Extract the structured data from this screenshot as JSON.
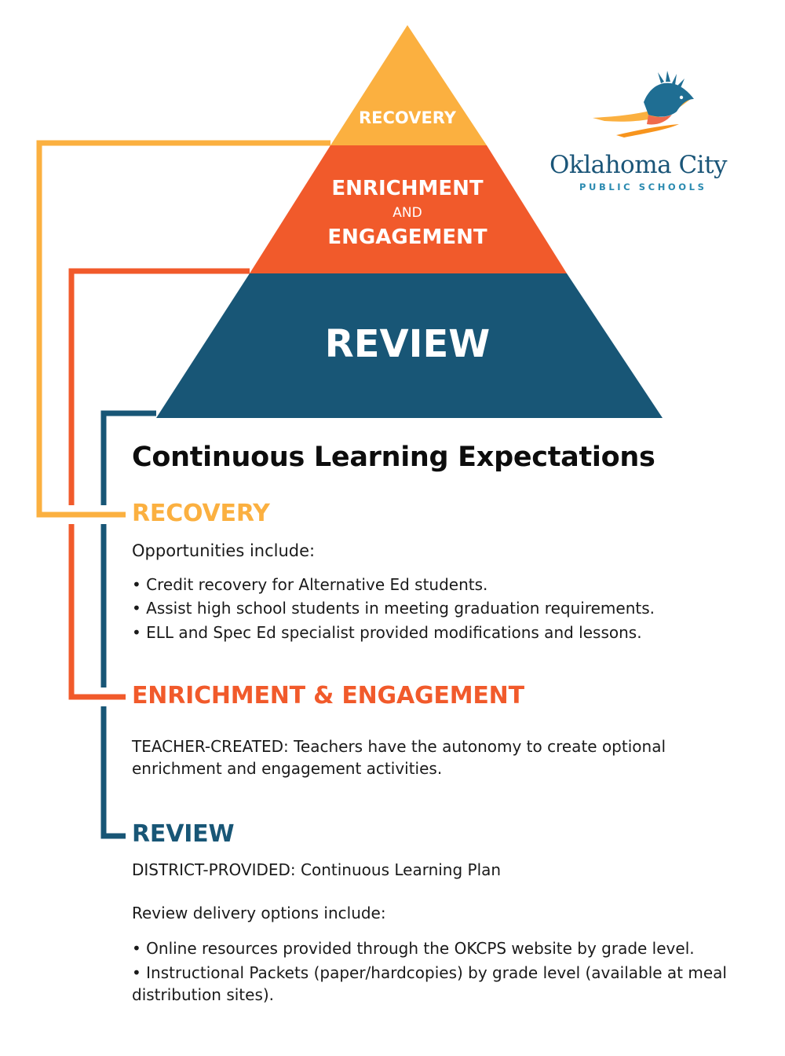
{
  "pyramid": {
    "top": {
      "label": "RECOVERY",
      "color": "#fbb040"
    },
    "middle": {
      "line1": "ENRICHMENT",
      "line2": "AND",
      "line3": "ENGAGEMENT",
      "color": "#f15a2b"
    },
    "bottom": {
      "label": "REVIEW",
      "color": "#185676"
    }
  },
  "logo": {
    "name": "Oklahoma City",
    "subtitle": "PUBLIC SCHOOLS",
    "icon": "bird-book-icon"
  },
  "title": "Continuous Learning Expectations",
  "sections": {
    "recovery": {
      "heading": "RECOVERY",
      "color": "#fbb040",
      "intro": "Opportunities include:",
      "bullets": [
        "• Credit recovery for Alternative Ed students.",
        "• Assist high school students in meeting graduation requirements.",
        "• ELL and Spec Ed specialist provided modifications and lessons."
      ]
    },
    "enrichment": {
      "heading": "ENRICHMENT & ENGAGEMENT",
      "color": "#f15a2b",
      "text": "TEACHER-CREATED: Teachers have the autonomy to create optional enrichment and engagement activities."
    },
    "review": {
      "heading": "REVIEW",
      "color": "#185676",
      "text": "DISTRICT-PROVIDED: Continuous Learning Plan",
      "intro": "Review delivery options include:",
      "bullets": [
        "• Online resources provided through the OKCPS website by grade level.",
        "• Instructional Packets (paper/hardcopies) by grade level (available at meal distribution sites)."
      ]
    }
  }
}
